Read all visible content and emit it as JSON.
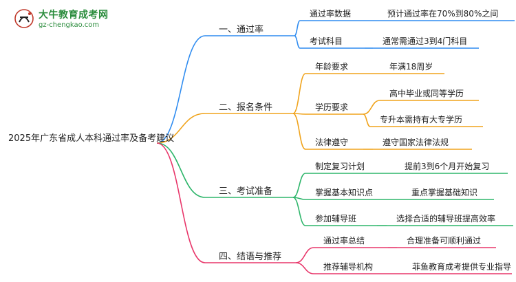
{
  "logo": {
    "title": "大牛教育成考网",
    "url": "gz-chengkao.com",
    "badge_text": "大牛"
  },
  "root": {
    "label": "2025年广东省成人本科通过率及备考建议"
  },
  "colors": {
    "branch1": "#2f8cf0",
    "branch2": "#f0a31b",
    "branch3": "#2db56a",
    "branch4": "#e8366a",
    "logo": "#2a8c3c"
  },
  "branches": [
    {
      "label": "一、通过率",
      "items": [
        {
          "label": "通过率数据",
          "values": [
            "预计通过率在70%到80%之间"
          ]
        },
        {
          "label": "考试科目",
          "values": [
            "通常需通过3到4门科目"
          ]
        }
      ]
    },
    {
      "label": "二、报名条件",
      "items": [
        {
          "label": "年龄要求",
          "values": [
            "年满18周岁"
          ]
        },
        {
          "label": "学历要求",
          "values": [
            "高中毕业或同等学历",
            "专升本需持有大专学历"
          ]
        },
        {
          "label": "法律遵守",
          "values": [
            "遵守国家法律法规"
          ]
        }
      ]
    },
    {
      "label": "三、考试准备",
      "items": [
        {
          "label": "制定复习计划",
          "values": [
            "提前3到6个月开始复习"
          ]
        },
        {
          "label": "掌握基本知识点",
          "values": [
            "重点掌握基础知识"
          ]
        },
        {
          "label": "参加辅导班",
          "values": [
            "选择合适的辅导班提高效率"
          ]
        }
      ]
    },
    {
      "label": "四、结语与推荐",
      "items": [
        {
          "label": "通过率总结",
          "values": [
            "合理准备可顺利通过"
          ]
        },
        {
          "label": "推荐辅导机构",
          "values": [
            "菲鱼教育成考提供专业指导"
          ]
        }
      ]
    }
  ]
}
